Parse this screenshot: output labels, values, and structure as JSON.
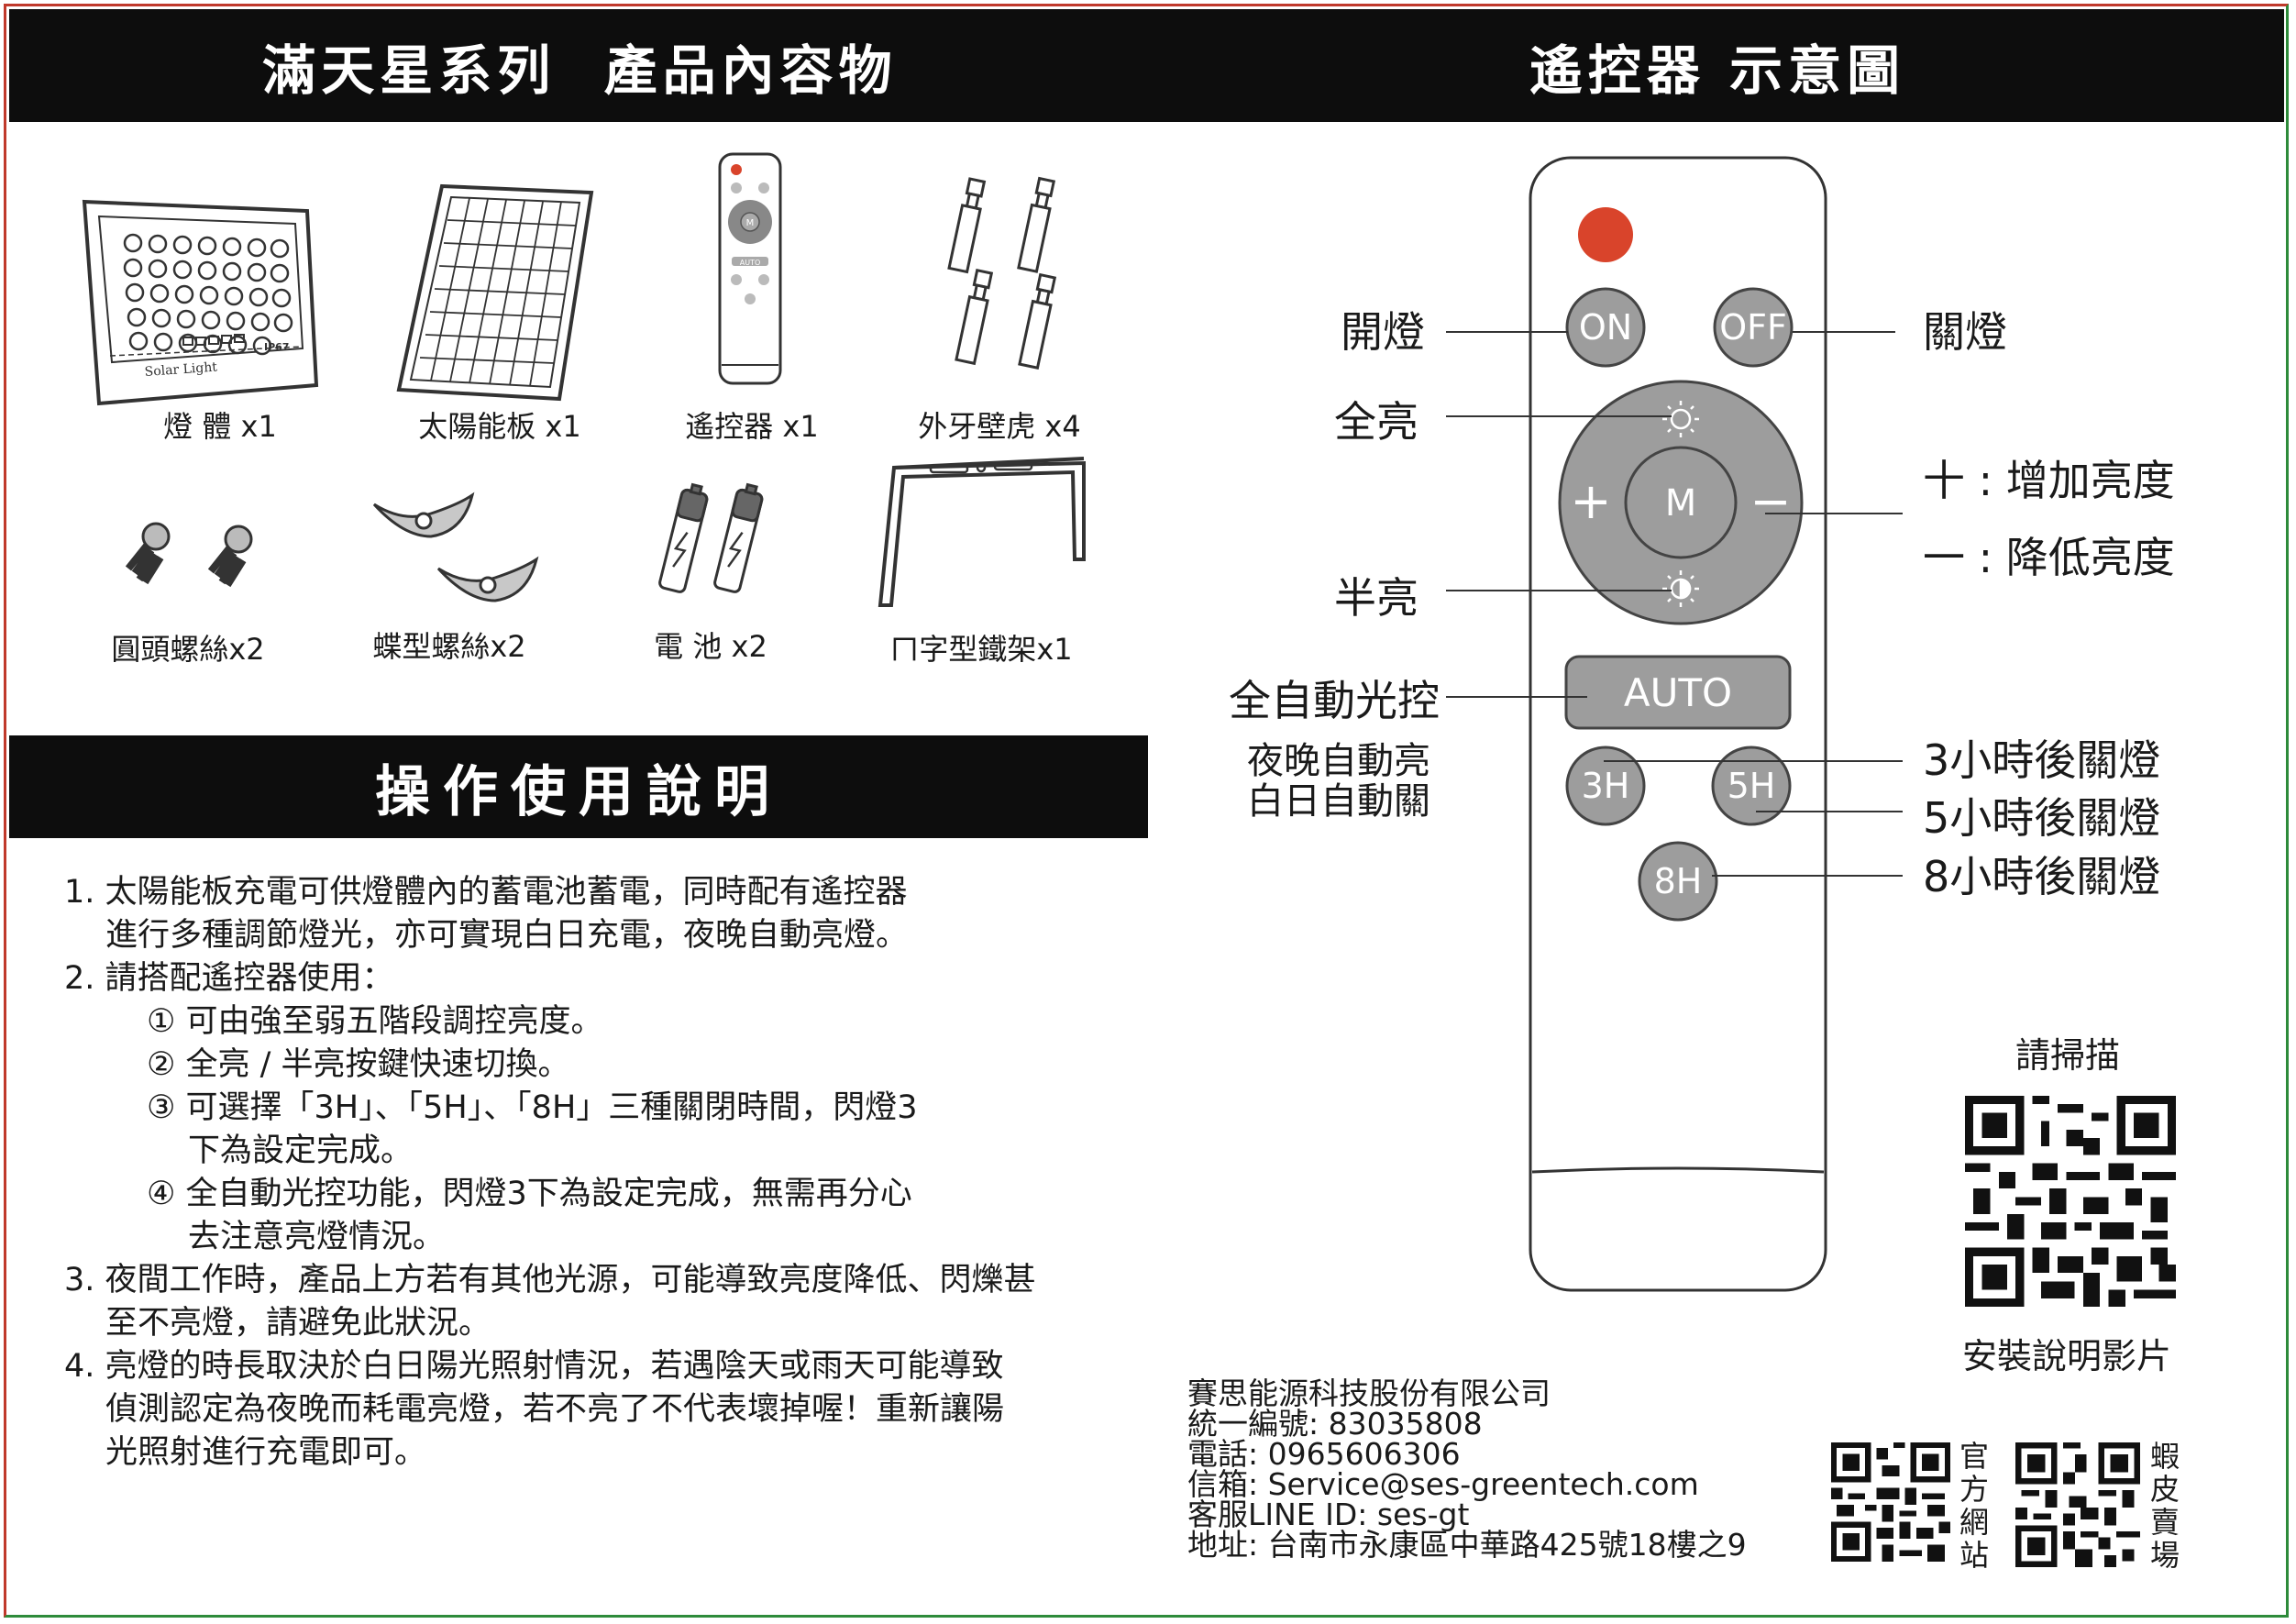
{
  "headers": {
    "products": "滿天星系列  產品內容物",
    "remote": "遙控器 示意圖",
    "instructions": "操作使用說明"
  },
  "products": [
    {
      "label": "燈 體 x1",
      "icon": "flood-light-icon"
    },
    {
      "label": "太陽能板 x1",
      "icon": "solar-panel-icon"
    },
    {
      "label": "遙控器 x1",
      "icon": "remote-control-icon"
    },
    {
      "label": "外牙壁虎 x4",
      "icon": "anchor-bolt-icon"
    },
    {
      "label": "圓頭螺絲x2",
      "icon": "round-screw-icon"
    },
    {
      "label": "蝶型螺絲x2",
      "icon": "wing-nut-icon"
    },
    {
      "label": "電 池 x2",
      "icon": "battery-icon"
    },
    {
      "label": "ㄇ字型鐵架x1",
      "icon": "u-bracket-icon"
    }
  ],
  "light_text": {
    "brand": "Solar Light",
    "rating": "IP67"
  },
  "mini_remote": {
    "m": "M",
    "auto": "AUTO"
  },
  "instructions": [
    {
      "text": "1. 太陽能板充電可供燈體內的蓄電池蓄電，同時配有遙控器",
      "indent": 0
    },
    {
      "text": "進行多種調節燈光，亦可實現白日充電，夜晚自動亮燈。",
      "indent": 1
    },
    {
      "text": "2. 請搭配遙控器使用：",
      "indent": 0
    },
    {
      "text": "① 可由強至弱五階段調控亮度。",
      "indent": 2
    },
    {
      "text": "② 全亮 / 半亮按鍵快速切換。",
      "indent": 2
    },
    {
      "text": "③ 可選擇「3H」、「5H」、「8H」三種關閉時間，閃燈3",
      "indent": 2
    },
    {
      "text": "下為設定完成。",
      "indent": 3
    },
    {
      "text": "④ 全自動光控功能，閃燈3下為設定完成，無需再分心",
      "indent": 2
    },
    {
      "text": "去注意亮燈情況。",
      "indent": 3
    },
    {
      "text": "3. 夜間工作時，產品上方若有其他光源，可能導致亮度降低、閃爍甚",
      "indent": 0
    },
    {
      "text": "至不亮燈，請避免此狀況。",
      "indent": 1
    },
    {
      "text": "4. 亮燈的時長取決於白日陽光照射情況，若遇陰天或雨天可能導致",
      "indent": 0
    },
    {
      "text": "偵測認定為夜晚而耗電亮燈，若不亮了不代表壞掉喔！重新讓陽",
      "indent": 1
    },
    {
      "text": "光照射進行充電即可。",
      "indent": 1
    }
  ],
  "remote": {
    "buttons": {
      "on": "ON",
      "off": "OFF",
      "plus": "+",
      "m": "M",
      "minus": "−",
      "auto": "AUTO",
      "h3": "3H",
      "h5": "5H",
      "h8": "8H"
    },
    "labels": {
      "on": "開燈",
      "off": "關燈",
      "full": "全亮",
      "half": "半亮",
      "plus": "十 : 增加亮度",
      "minus": "一 : 降低亮度",
      "auto": "全自動光控",
      "auto_sub1": "夜晚自動亮",
      "auto_sub2": "白日自動關",
      "h3": "3小時後關燈",
      "h5": "5小時後關燈",
      "h8": "8小時後關燈"
    },
    "colors": {
      "power": "#d9442b",
      "button": "#9d9d9d"
    }
  },
  "qr": {
    "scan_prompt": "請掃描",
    "video_caption": "安裝說明影片",
    "official": "官方網站",
    "shop": "蝦皮賣場"
  },
  "company": {
    "name": "賽思能源科技股份有限公司",
    "tax_id": "統一編號: 83035808",
    "phone": "電話: 0965606306",
    "email": "信箱: Service@ses-greentech.com",
    "line": "客服LINE ID: ses-gt",
    "address": "地址: 台南市永康區中華路425號18樓之9"
  }
}
